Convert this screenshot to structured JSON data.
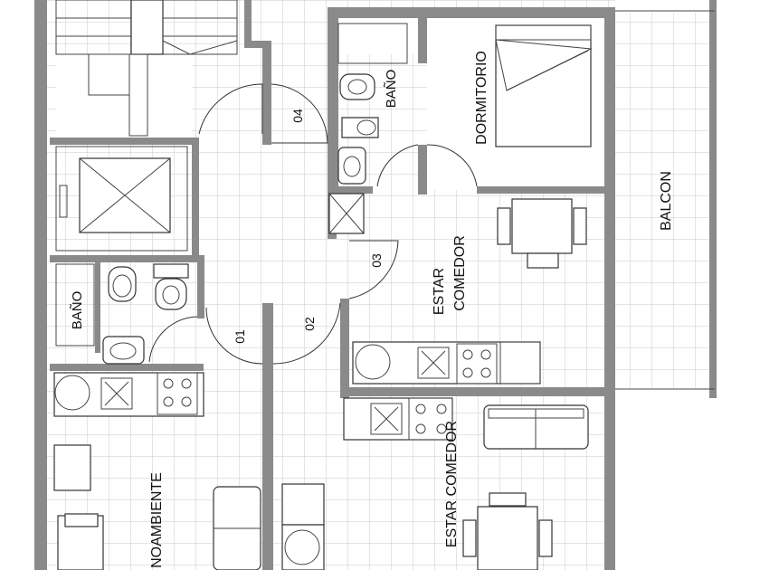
{
  "plan": {
    "rooms": {
      "bath_top": "BAÑO",
      "bedroom": "DORMITORIO",
      "balcony": "BALCON",
      "living_right_line1": "ESTAR",
      "living_right_line2": "COMEDOR",
      "bath_left": "BAÑO",
      "living_lower": "ESTAR COMEDOR",
      "monoambiente": "NOAMBIENTE"
    },
    "doors": {
      "d01": "01",
      "d02": "02",
      "d03": "03",
      "d04": "04"
    },
    "colors": {
      "wall": "#8a8a8a",
      "grid": "#c8c8c8",
      "line": "#333333"
    }
  }
}
